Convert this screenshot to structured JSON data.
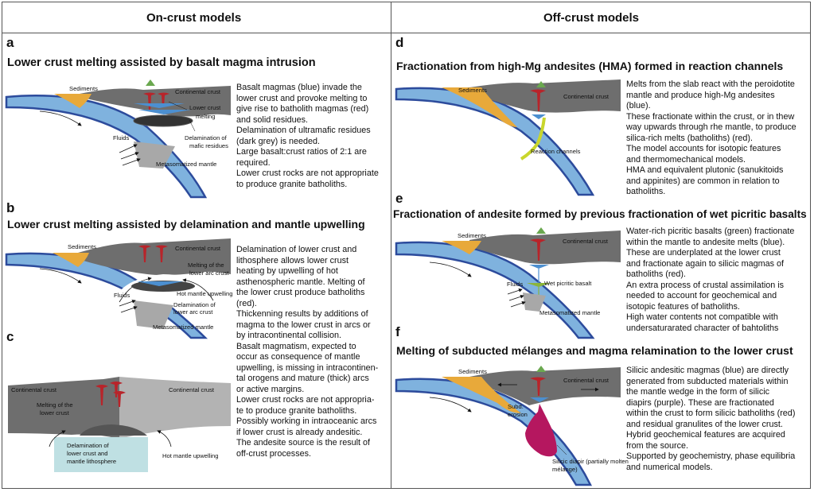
{
  "headers": {
    "left": "On-crust models",
    "right": "Off-crust models"
  },
  "panels": {
    "a": {
      "letter": "a",
      "title": "Lower crust melting assisted by basalt magma intrusion",
      "description": "Basalt magmas (blue) invade the\nlower crust and provoke melting to\ngive rise to batholith magmas (red)\nand solid residues.\nDelamination of ultramafic residues\n(dark grey) is needed.\nLarge basalt:crust ratios of 2:1 are\nrequired.\nLower crust rocks are not appropriate\nto produce granite batholiths.",
      "labels": {
        "sediments": "Sediments",
        "continental_crust": "Continental crust",
        "lower_crust_melting_1": "Lower crust",
        "lower_crust_melting_2": "melting",
        "fluids": "Fluids",
        "delamination_1": "Delamination of",
        "delamination_2": "mafic residues",
        "metasomatized": "Metasomatized mantle"
      }
    },
    "b": {
      "letter": "b",
      "title": "Lower crust melting assisted by delamination and mantle upwelling",
      "description": "Delamination of lower crust and\nlithosphere allows lower crust\nheating by upwelling of hot\nasthenospheric mantle. Melting of\nthe lower crust produce batholiths\n(red).\nThickenning results by additions of\nmagma to the lower crust in arcs or\nby intracontinental collision.\nBasalt magmatism, expected to\noccur as consequence of mantle\nupwelling, is missing in intracontinen-\ntal orogens and mature (thick) arcs\nor active margins.\nLower crust rocks are not appropria-\nte to produce granite batholiths.\nPossibly working in intraoceanic arcs\nif lower crust is already andesitic.\nThe andesite source is the result of\noff-crust processes.",
      "labels": {
        "sediments": "Sediments",
        "continental_crust": "Continental crust",
        "melting_arc_1": "Melting of the",
        "melting_arc_2": "lower arc crust",
        "fluids": "Fluids",
        "hot_mantle": "Hot mantle upwelling",
        "delamination_1": "Delamination of",
        "delamination_2": "lower arc crust",
        "metasomatized": "Metasomatized mantle"
      }
    },
    "c": {
      "letter": "c",
      "labels": {
        "continental_crust_left": "Continental crust",
        "continental_crust_right": "Continental crust",
        "melting_1": "Melting of the",
        "melting_2": "lower crust",
        "delamination_1": "Delamination of",
        "delamination_2": "lower crust and",
        "delamination_3": "mantle lithosphere",
        "hot_mantle": "Hot mantle upwelling"
      }
    },
    "d": {
      "letter": "d",
      "title": "Fractionation from high-Mg andesites (HMA) formed in reaction channels",
      "description": "Melts from the slab react with the peroidotite\nmantle and produce high-Mg andesites\n(blue).\nThese fractionate within the crust, or in thew\nway upwards through rhe mantle, to produce\nsilica-rich melts (batholiths) (red).\nThe model accounts for isotopic features\nand thermomechanical models.\nHMA and equivalent plutonic (sanukitoids\nand appinites) are common in relation to\nbatholiths.",
      "labels": {
        "sediments": "Sediments",
        "continental_crust": "Continental crust",
        "reaction": "Reaction channels"
      }
    },
    "e": {
      "letter": "e",
      "title": "Fractionation of andesite formed by previous fractionation of wet picritic basalts",
      "description": "Water-rich picritic basalts (green) fractionate\nwithin the mantle to andesite melts (blue).\nThese are underplated at the lower crust\nand fractionate again to silicic magmas of\nbatholiths (red).\nAn extra process of crustal assimilation is\nneeded to account for geochemical and\nisotopic features of batholiths.\nHigh water contents not compatible with\nundersaturarated character of bahtoliths",
      "labels": {
        "sediments": "Sediments",
        "continental_crust": "Continental crust",
        "fluids": "Fluids",
        "picritic": "Wet picritic basalt",
        "metasomatized": "Metasomatized mantle"
      }
    },
    "f": {
      "letter": "f",
      "title": "Melting of subducted mélanges and magma relamination to the lower crust",
      "description": "Silicic andesitic magmas (blue) are directly\ngenerated from subducted materials within\nthe mantle wedge in the form of silicic\ndiapirs (purple). These are fractionated\nwithin the crust to form silicic batholiths (red)\nand residual granulites of the lower crust.\nHybrid geochemical features are acquired\nfrom the source.\nSupported by geochemistry, phase equilibria\nand numerical models.",
      "labels": {
        "sediments": "Sediments",
        "continental_crust": "Continental crust",
        "subd_1": "Subd.",
        "subd_2": "erosion",
        "diapir_1": "Silicic diapir (partially molten",
        "diapir_2": "mélange)"
      }
    }
  },
  "colors": {
    "slab_blue": "#7fb2de",
    "slab_edge": "#2c4b9c",
    "crust_grey": "#6e6e6e",
    "light_crust": "#b3b3b3",
    "sediment_orange": "#e8a93a",
    "magma_red": "#b8242a",
    "magma_blue": "#4c8fd0",
    "picrite_green": "#8bb43a",
    "volcano_green": "#6aa84f",
    "diapir_purple": "#b5175f",
    "reaction_yellow": "#c9d62c",
    "delam_box": "#bfe0e3"
  }
}
